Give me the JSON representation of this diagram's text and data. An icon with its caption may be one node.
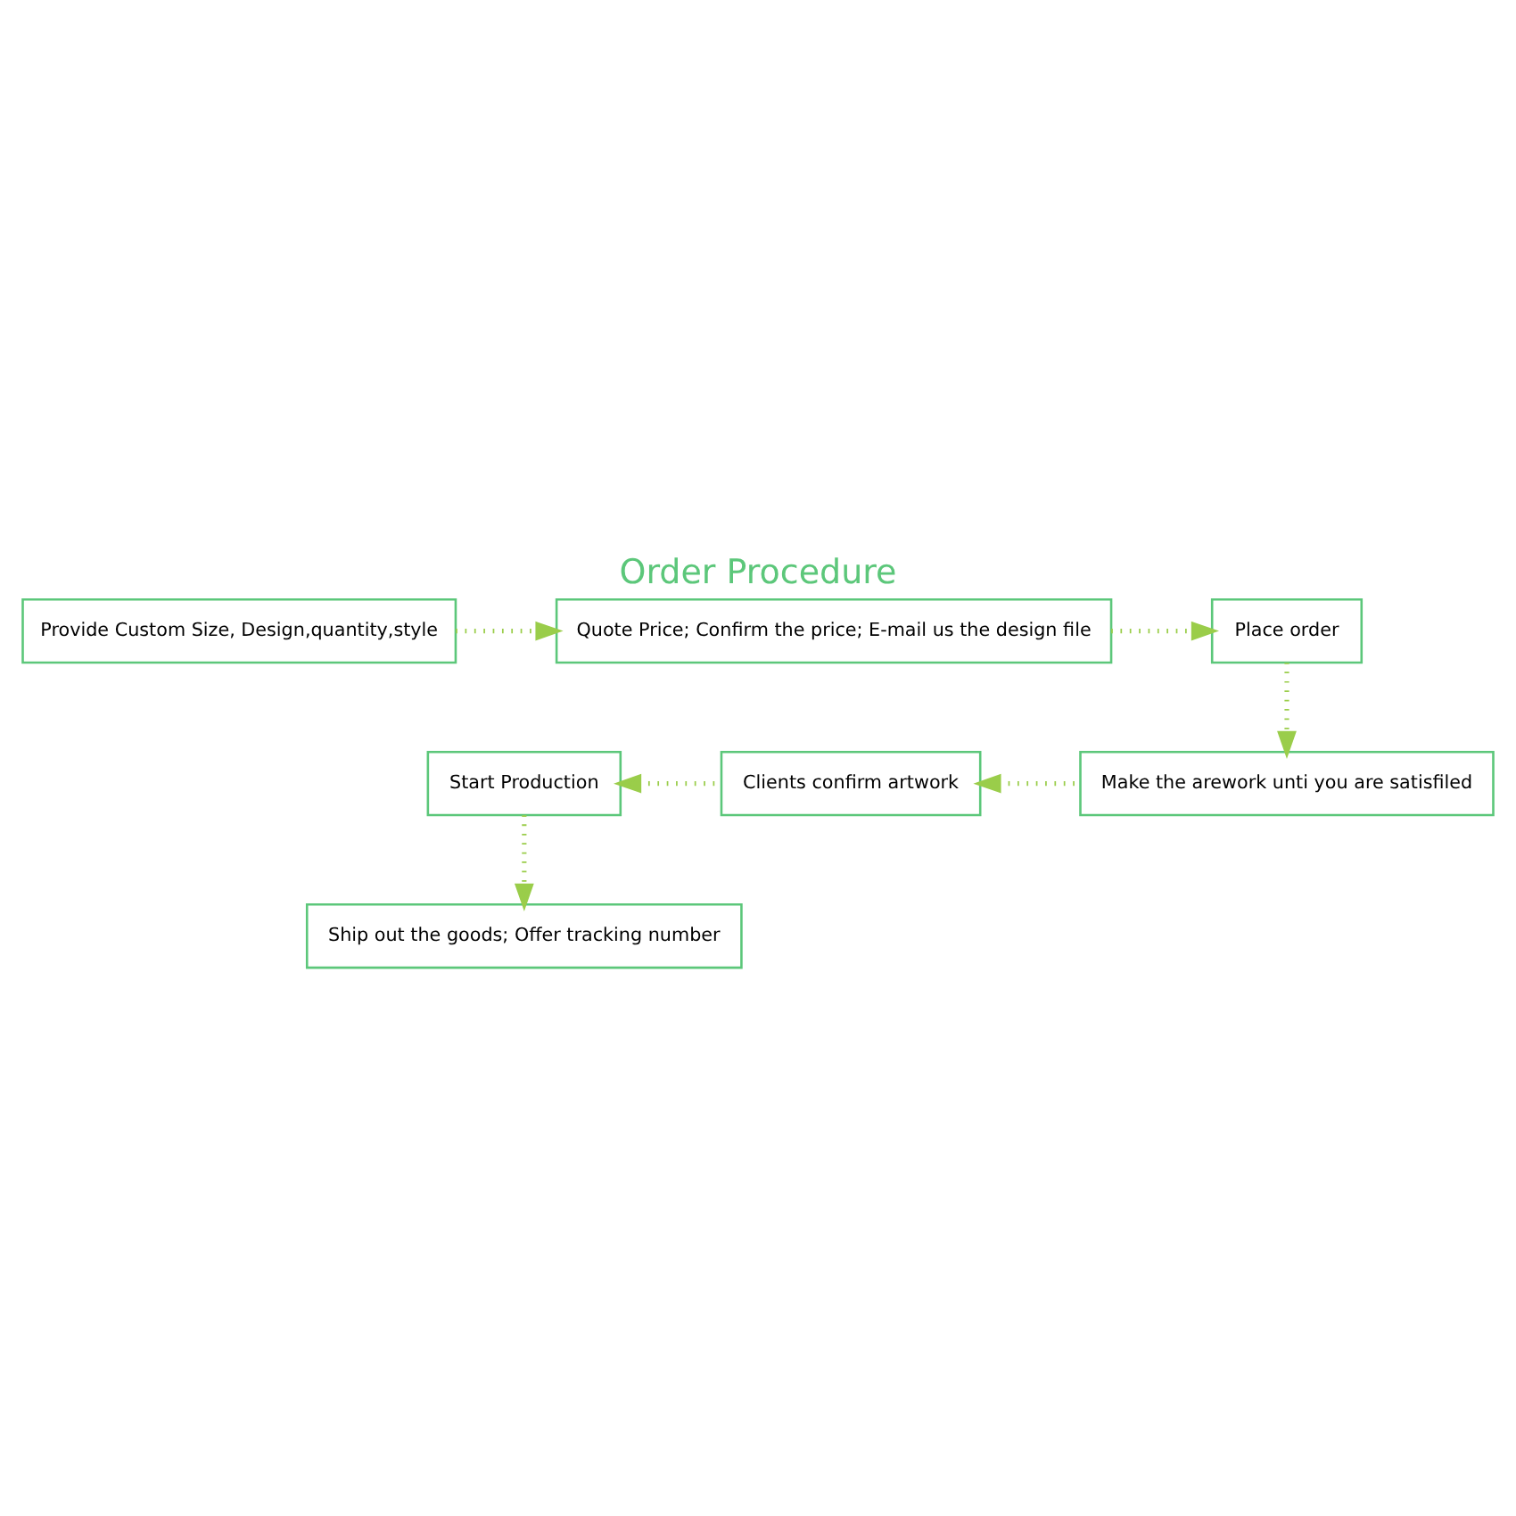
{
  "diagram": {
    "title": "Order Procedure",
    "nodes": [
      {
        "text": [
          "Provide Custom Size, Design,quantity,style"
        ]
      },
      {
        "text": [
          "Quote Price; Confirm the price; E-mail us the design file"
        ]
      },
      {
        "text": [
          "Place order"
        ]
      },
      {
        "text": [
          "Make the arework unti you are satisfiled"
        ]
      },
      {
        "text": [
          "Clients confirm artwork"
        ]
      },
      {
        "text": [
          "Start Production"
        ]
      },
      {
        "text": [
          "Ship out the goods; Offer tracking number"
        ]
      }
    ],
    "edges": [
      {
        "from": 0,
        "to": 1,
        "arrow": "to"
      },
      {
        "from": 1,
        "to": 2,
        "arrow": "to"
      },
      {
        "from": 2,
        "to": 3,
        "arrow": "to"
      },
      {
        "from": 3,
        "to": 4,
        "arrow": "to"
      },
      {
        "from": 4,
        "to": 5,
        "arrow": "to"
      },
      {
        "from": 5,
        "to": 6,
        "arrow": "to"
      }
    ]
  }
}
